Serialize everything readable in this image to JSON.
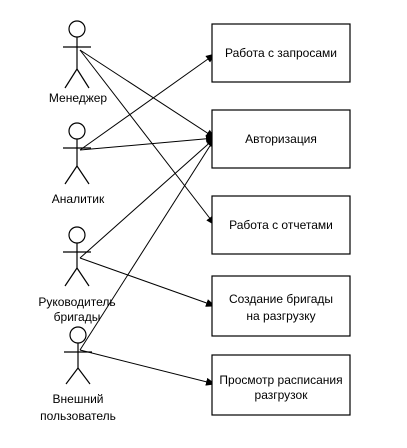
{
  "actors": [
    {
      "id": "manager",
      "label_lines": [
        "Менеджер"
      ]
    },
    {
      "id": "analyst",
      "label_lines": [
        "Аналитик"
      ]
    },
    {
      "id": "brigade_lead",
      "label_lines": [
        "Руководитель",
        "бригады"
      ]
    },
    {
      "id": "external_user",
      "label_lines": [
        "Внешний",
        "пользователь"
      ]
    }
  ],
  "use_cases": [
    {
      "id": "requests",
      "label_lines": [
        "Работа с запросами"
      ]
    },
    {
      "id": "auth",
      "label_lines": [
        "Авторизация"
      ]
    },
    {
      "id": "reports",
      "label_lines": [
        "Работа с отчетами"
      ]
    },
    {
      "id": "create_brigade",
      "label_lines": [
        "Создание бригады",
        "на разгрузку"
      ]
    },
    {
      "id": "view_schedule",
      "label_lines": [
        "Просмотр расписания",
        "разгрузок"
      ]
    }
  ],
  "associations": [
    {
      "from": "manager",
      "to": "auth"
    },
    {
      "from": "manager",
      "to": "reports"
    },
    {
      "from": "analyst",
      "to": "requests"
    },
    {
      "from": "analyst",
      "to": "auth"
    },
    {
      "from": "brigade_lead",
      "to": "auth"
    },
    {
      "from": "brigade_lead",
      "to": "create_brigade"
    },
    {
      "from": "external_user",
      "to": "auth"
    },
    {
      "from": "external_user",
      "to": "view_schedule"
    }
  ],
  "colors": {
    "line": "#000000",
    "background": "#ffffff"
  }
}
